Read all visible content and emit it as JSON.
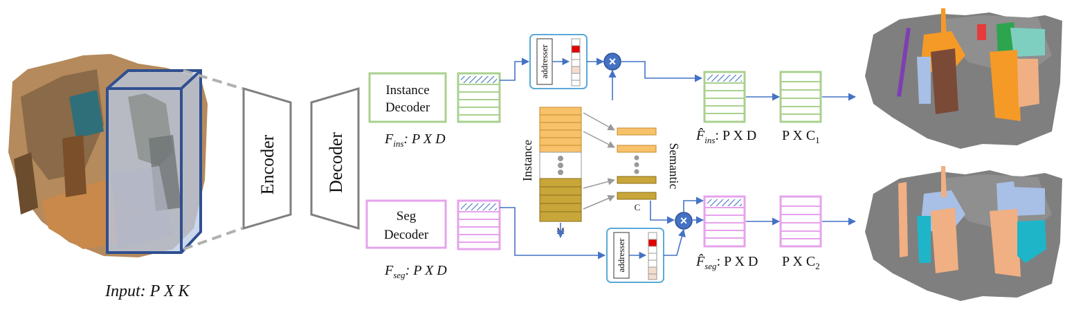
{
  "input_label": "Input: P X K",
  "encoder_label": "Encoder",
  "decoder_label": "Decoder",
  "instance_decoder": {
    "line1": "Instance",
    "line2": "Decoder"
  },
  "seg_decoder": {
    "line1": "Seg",
    "line2": "Decoder"
  },
  "f_ins_label": "F",
  "f_ins_sub": "ins",
  "f_ins_rest": ": P X D",
  "f_seg_label": "F",
  "f_seg_sub": "seg",
  "f_seg_rest": ": P X D",
  "addresser_label": "addresser",
  "memory_instance_label": "Instance",
  "memory_semantic_label": "Semantic",
  "memory_m_label": "M",
  "memory_c_label": "C",
  "fhat_ins_label": "F̂",
  "fhat_ins_sub": "ins",
  "fhat_ins_rest": ": P X D",
  "fhat_seg_label": "F̂",
  "fhat_seg_sub": "seg",
  "fhat_seg_rest": ": P X D",
  "out_ins_label": "P X C",
  "out_ins_sub": "1",
  "out_seg_label": "P X C",
  "out_seg_sub": "2",
  "multiply_symbol": "×",
  "colors": {
    "instance_green": "#a9d18e",
    "seg_pink": "#e6a2ec",
    "arrow_blue": "#4472c4",
    "addresser_border": "#5aa9d6",
    "memory_orange": "#f8c26a",
    "memory_olive": "#c8a63a",
    "gray_trap": "#7f7f7f"
  }
}
